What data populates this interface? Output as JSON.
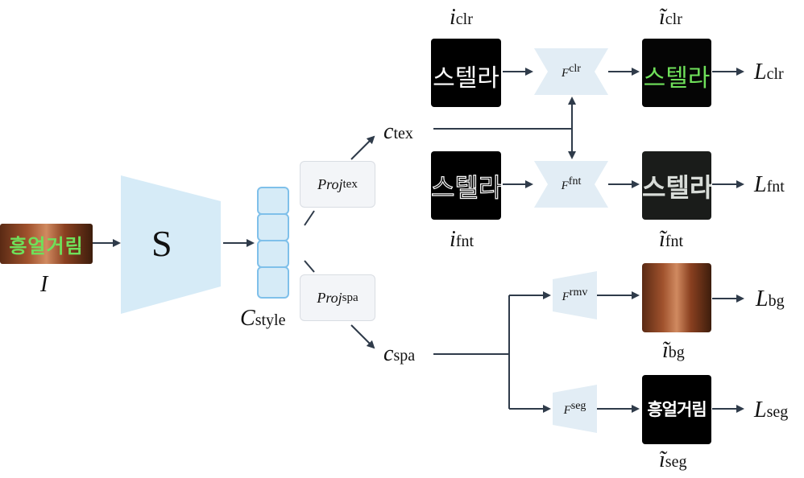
{
  "input": {
    "label_main": "I",
    "image_text": "흥얼거림"
  },
  "encoder": {
    "label": "S"
  },
  "style_code": {
    "label_main": "C",
    "label_sub": "style"
  },
  "proj_tex": {
    "main": "Proj",
    "sup": "tex"
  },
  "proj_spa": {
    "main": "Proj",
    "sup": "spa"
  },
  "c_tex": {
    "main": "c",
    "sub": "tex"
  },
  "c_spa": {
    "main": "c",
    "sub": "spa"
  },
  "i_clr": {
    "main": "i",
    "sub": "clr",
    "image_text": "스텔라"
  },
  "i_fnt": {
    "main": "i",
    "sub": "fnt",
    "image_text": "스텔라"
  },
  "modules": {
    "clr": {
      "main": "F",
      "sup": "clr"
    },
    "fnt": {
      "main": "F",
      "sup": "fnt"
    },
    "rmv": {
      "main": "F",
      "sup": "rmv"
    },
    "seg": {
      "main": "F",
      "sup": "seg"
    }
  },
  "outputs": {
    "clr": {
      "main": "ĩ",
      "sub": "clr",
      "image_text": "스텔라"
    },
    "fnt": {
      "main": "ĩ",
      "sub": "fnt",
      "image_text": "스텔라"
    },
    "bg": {
      "main": "ĩ",
      "sub": "bg"
    },
    "seg": {
      "main": "ĩ",
      "sub": "seg",
      "image_text": "흥얼거림"
    }
  },
  "losses": {
    "clr": {
      "main": "L",
      "sub": "clr"
    },
    "fnt": {
      "main": "L",
      "sub": "fnt"
    },
    "bg": {
      "main": "L",
      "sub": "bg"
    },
    "seg": {
      "main": "L",
      "sub": "seg"
    }
  },
  "colors": {
    "arrow": "#2f3b4a",
    "encoder_fill": "#d6ebf7",
    "style_cell_fill": "#d6ebf7",
    "style_cell_stroke": "#7fc0ea",
    "module_fill": "#e2edf5",
    "green_text": "#6fe05a",
    "bg_brown": "#7a3a1c"
  }
}
